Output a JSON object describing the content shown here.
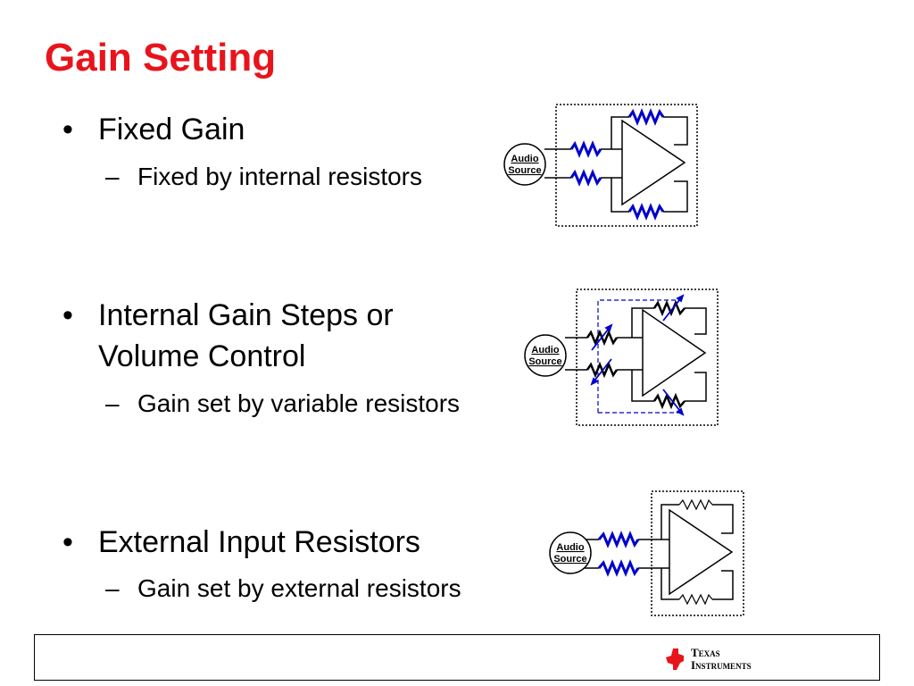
{
  "slide": {
    "title": "Gain Setting",
    "bullets": [
      {
        "text": "Fixed Gain",
        "sub": "Fixed by internal resistors"
      },
      {
        "text": "Internal Gain Steps or",
        "text2": "Volume Control",
        "sub": "Gain set by variable resistors"
      },
      {
        "text": "External Input Resistors",
        "sub": "Gain set by external resistors"
      }
    ],
    "bullet_symbol": "•",
    "dash_symbol": "–"
  },
  "diagram_label": {
    "line1": "Audio",
    "line2": "Source"
  },
  "colors": {
    "title": "#e8141c",
    "resistor_blue": "#0000cc",
    "ti_red": "#e8141c"
  },
  "footer": {
    "logo_line1": "Texas",
    "logo_line2": "Instruments"
  }
}
